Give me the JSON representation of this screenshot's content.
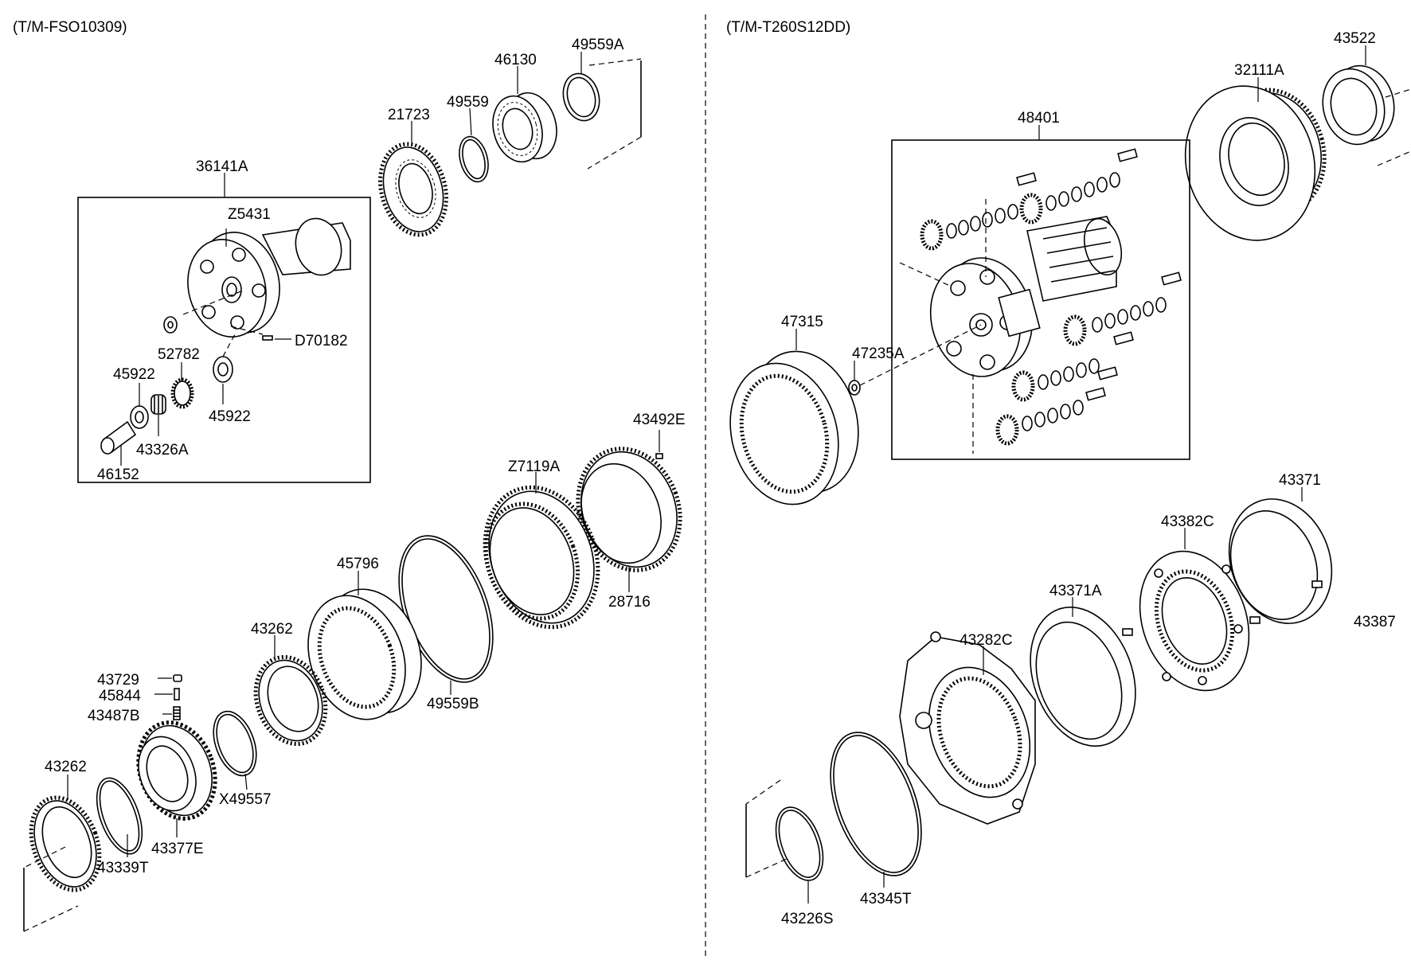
{
  "left_section": {
    "title": "(T/M-FSO10309)",
    "labels": {
      "p49559A": "49559A",
      "p46130": "46130",
      "p49559": "49559",
      "p21723": "21723",
      "p36141A": "36141A",
      "pZ5431": "Z5431",
      "pD70182": "D70182",
      "p52782": "52782",
      "p45922a": "45922",
      "p45922b": "45922",
      "p43326A": "43326A",
      "p46152": "46152",
      "p43492E": "43492E",
      "pZ7119A": "Z7119A",
      "p28716": "28716",
      "p45796": "45796",
      "p49559B": "49559B",
      "p43262a": "43262",
      "pX49557": "X49557",
      "p43729": "43729",
      "p45844": "45844",
      "p43487B": "43487B",
      "p43262b": "43262",
      "p43339T": "43339T",
      "p43377E": "43377E"
    }
  },
  "right_section": {
    "title": "(T/M-T260S12DD)",
    "labels": {
      "p43522": "43522",
      "p32111A": "32111A",
      "p48401": "48401",
      "p47315": "47315",
      "p47235A": "47235A",
      "p43371": "43371",
      "p43382C": "43382C",
      "p43371A": "43371A",
      "p43387": "43387",
      "p43282C": "43282C",
      "p43345T": "43345T",
      "p43226S": "43226S"
    }
  }
}
